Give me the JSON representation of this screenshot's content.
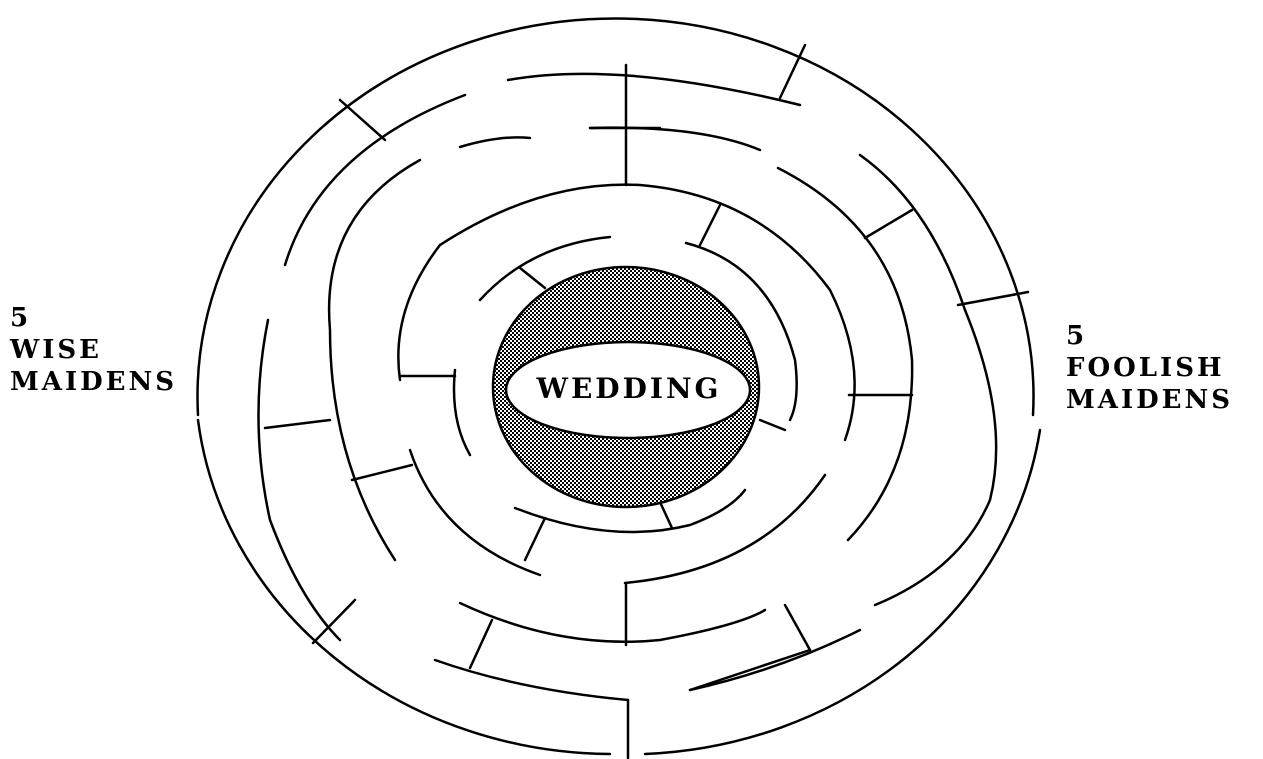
{
  "center": {
    "label": "WEDDING"
  },
  "left_group": {
    "count": "5",
    "line1": "WISE",
    "line2": "MAIDENS"
  },
  "right_group": {
    "count": "5",
    "line1": "FOOLISH",
    "line2": "MAIDENS"
  },
  "colors": {
    "ink": "#000000",
    "background": "#ffffff",
    "center_ring_fill": "#9a9a9a"
  }
}
